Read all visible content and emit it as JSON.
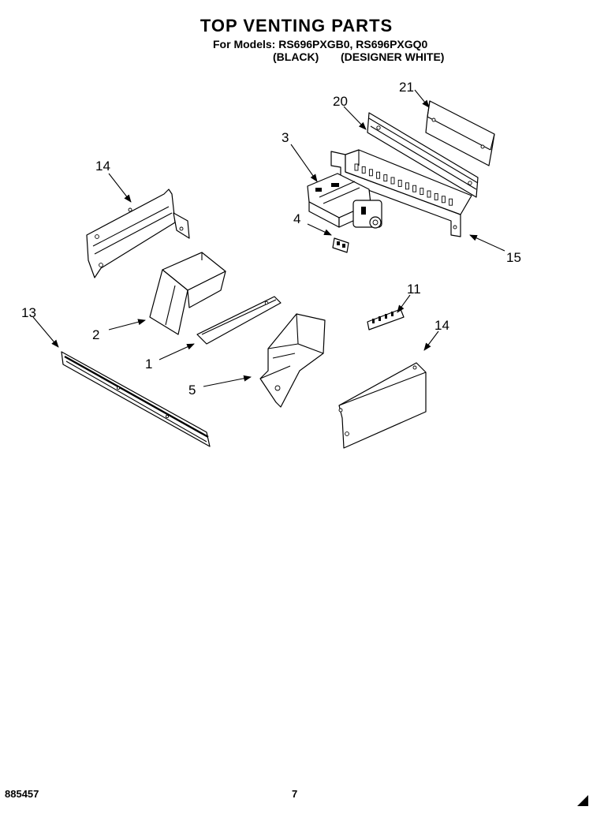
{
  "header": {
    "title": "TOP VENTING PARTS",
    "models_line": "For Models: RS696PXGB0, RS696PXGQ0",
    "variant_black": "(BLACK)",
    "variant_white": "(DESIGNER WHITE)"
  },
  "callouts": [
    {
      "id": "c20",
      "label": "20"
    },
    {
      "id": "c21",
      "label": "21"
    },
    {
      "id": "c3",
      "label": "3"
    },
    {
      "id": "c14a",
      "label": "14"
    },
    {
      "id": "c4",
      "label": "4"
    },
    {
      "id": "c15",
      "label": "15"
    },
    {
      "id": "c13",
      "label": "13"
    },
    {
      "id": "c2",
      "label": "2"
    },
    {
      "id": "c11",
      "label": "11"
    },
    {
      "id": "c14b",
      "label": "14"
    },
    {
      "id": "c1",
      "label": "1"
    },
    {
      "id": "c5",
      "label": "5"
    }
  ],
  "footer": {
    "code": "885457",
    "page": "7"
  }
}
